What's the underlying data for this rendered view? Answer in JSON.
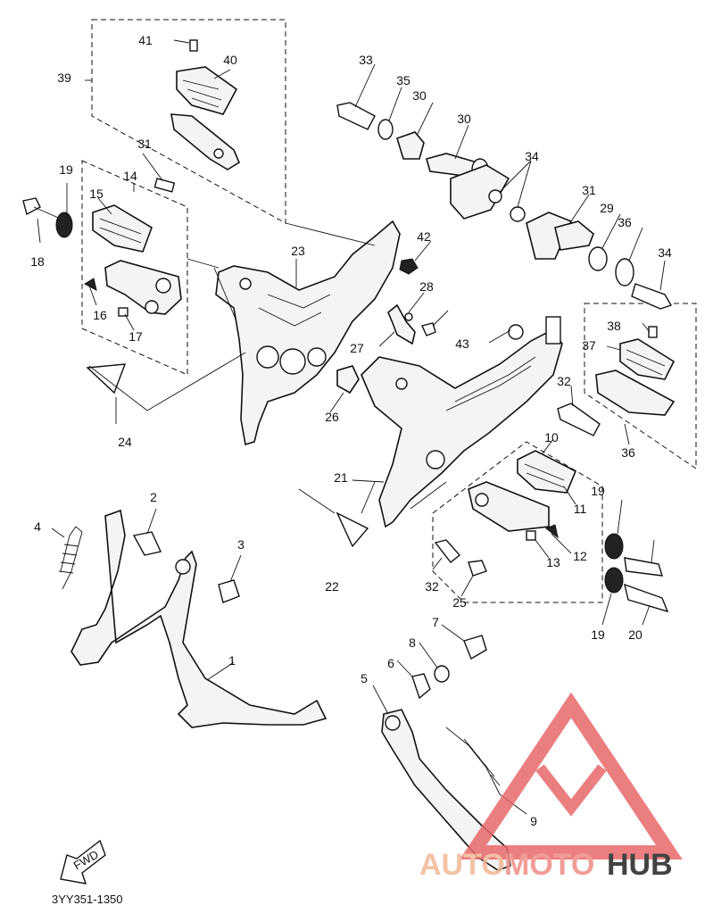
{
  "diagram": {
    "part_labels": [
      "1",
      "2",
      "3",
      "4",
      "5",
      "6",
      "7",
      "8",
      "9",
      "10",
      "11",
      "12",
      "13",
      "14",
      "15",
      "16",
      "17",
      "18",
      "19",
      "19",
      "19",
      "20",
      "21",
      "22",
      "23",
      "24",
      "25",
      "26",
      "27",
      "28",
      "29",
      "30",
      "30",
      "31",
      "31",
      "32",
      "32",
      "33",
      "34",
      "34",
      "35",
      "36",
      "36",
      "37",
      "38",
      "39",
      "40",
      "41",
      "42",
      "43",
      "43"
    ],
    "figure_code": "3YY351-1350",
    "fwd_label": "FWD"
  },
  "watermark": {
    "part1": "AUTO",
    "part2": "MOTO",
    "part3": "HUB",
    "colors": {
      "auto": "#f2b896",
      "moto": "#ef8d86",
      "hub": "#222222",
      "triangle": "#e8696a"
    }
  }
}
